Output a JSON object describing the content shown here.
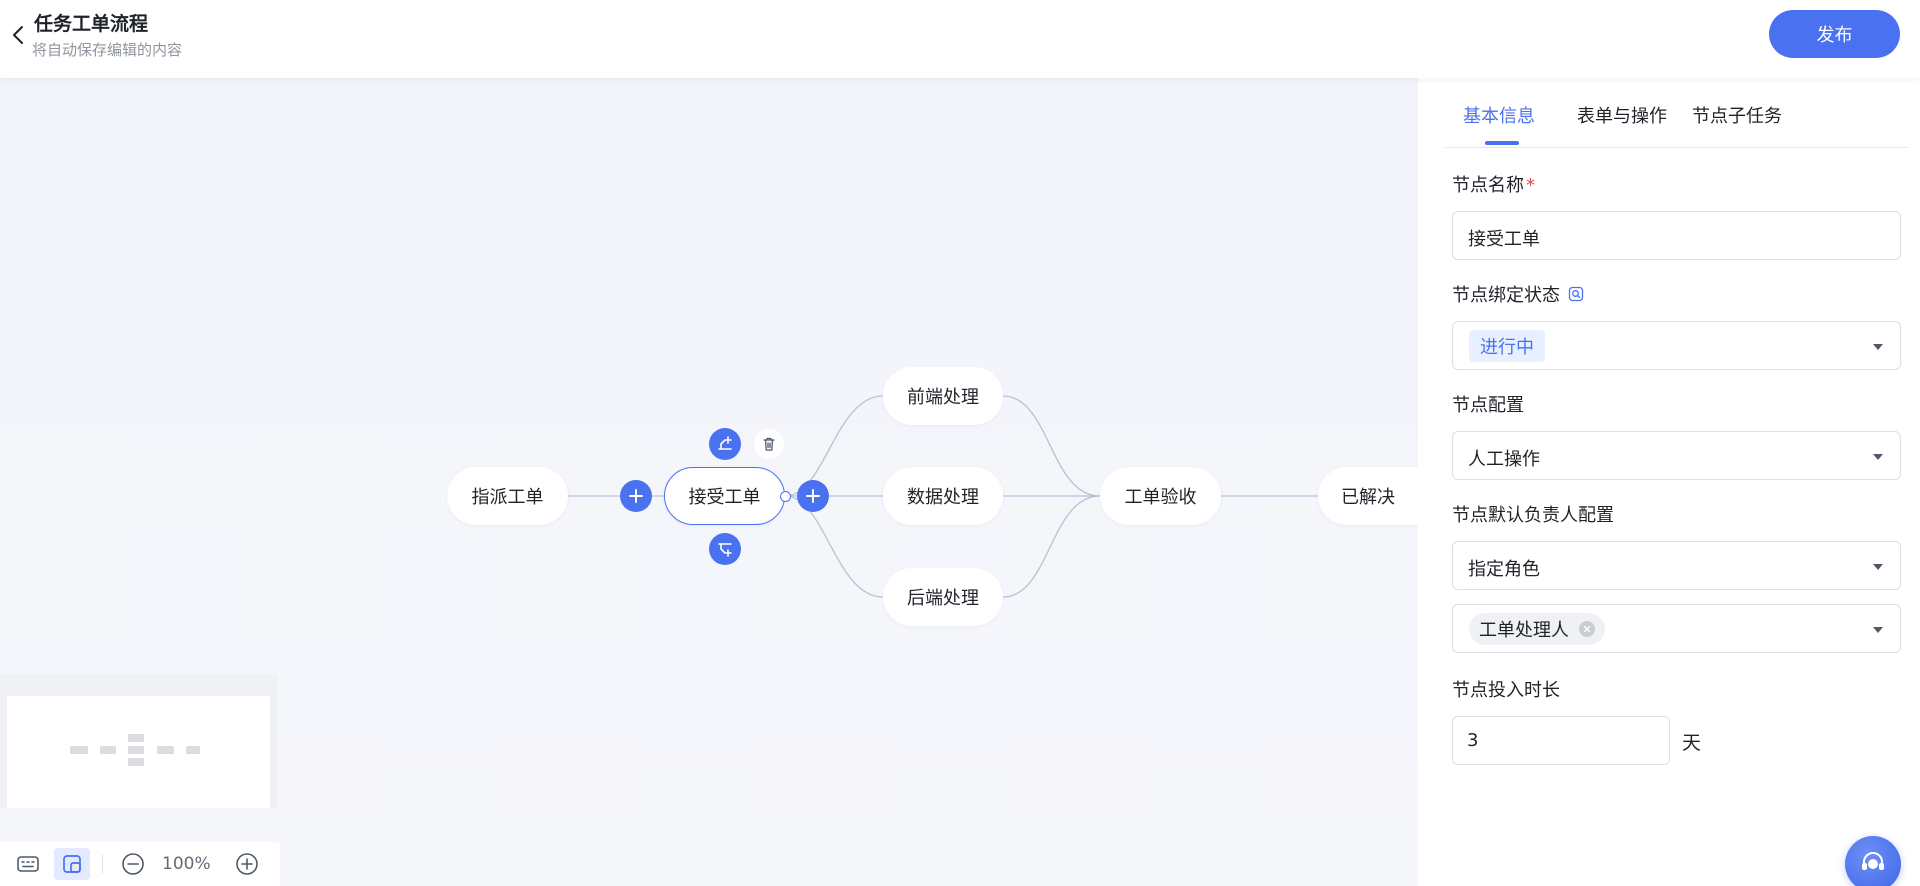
{
  "header": {
    "title": "任务工单流程",
    "subtitle": "将自动保存编辑的内容",
    "publish_label": "发布"
  },
  "flow": {
    "nodes": {
      "assign": "指派工单",
      "accept": "接受工单",
      "frontend": "前端处理",
      "data": "数据处理",
      "backend": "后端处理",
      "review": "工单验收",
      "resolved": "已解决"
    }
  },
  "zoom": {
    "level": "100%"
  },
  "panel": {
    "tabs": [
      "基本信息",
      "表单与操作",
      "节点子任务"
    ],
    "active_tab": 0,
    "node_name_label": "节点名称",
    "node_name_required": "*",
    "node_name_value": "接受工单",
    "bind_status_label": "节点绑定状态",
    "bind_status_value": "进行中",
    "config_label": "节点配置",
    "config_value": "人工操作",
    "owner_label": "节点默认负责人配置",
    "owner_type_value": "指定角色",
    "owner_role_tag": "工单处理人",
    "duration_label": "节点投入时长",
    "duration_value": "3",
    "duration_unit": "天"
  },
  "colors": {
    "accent": "#4a72f0",
    "edge": "#b9c1d6",
    "canvas_bg": "#f4f6fb"
  }
}
